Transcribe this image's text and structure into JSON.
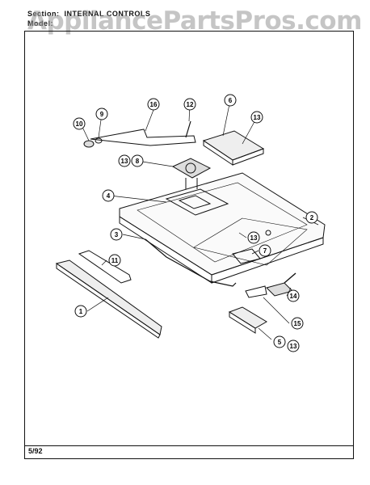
{
  "header": {
    "section_label": "Section:",
    "section_value": "INTERNAL CONTROLS",
    "model_label": "Model:"
  },
  "watermark": "AppliancePartsPros.com",
  "footer": {
    "date": "5/92"
  },
  "callouts": [
    {
      "id": "callout-10",
      "label": "10"
    },
    {
      "id": "callout-9",
      "label": "9"
    },
    {
      "id": "callout-16",
      "label": "16"
    },
    {
      "id": "callout-12",
      "label": "12"
    },
    {
      "id": "callout-6",
      "label": "6"
    },
    {
      "id": "callout-13-top",
      "label": "13"
    },
    {
      "id": "callout-13-8",
      "label": "13"
    },
    {
      "id": "callout-8",
      "label": "8"
    },
    {
      "id": "callout-4",
      "label": "4"
    },
    {
      "id": "callout-2",
      "label": "2"
    },
    {
      "id": "callout-3",
      "label": "3"
    },
    {
      "id": "callout-13-mid",
      "label": "13"
    },
    {
      "id": "callout-7",
      "label": "7"
    },
    {
      "id": "callout-11",
      "label": "11"
    },
    {
      "id": "callout-1",
      "label": "1"
    },
    {
      "id": "callout-14",
      "label": "14"
    },
    {
      "id": "callout-15",
      "label": "15"
    },
    {
      "id": "callout-5",
      "label": "5"
    },
    {
      "id": "callout-13-bottom",
      "label": "13"
    }
  ]
}
